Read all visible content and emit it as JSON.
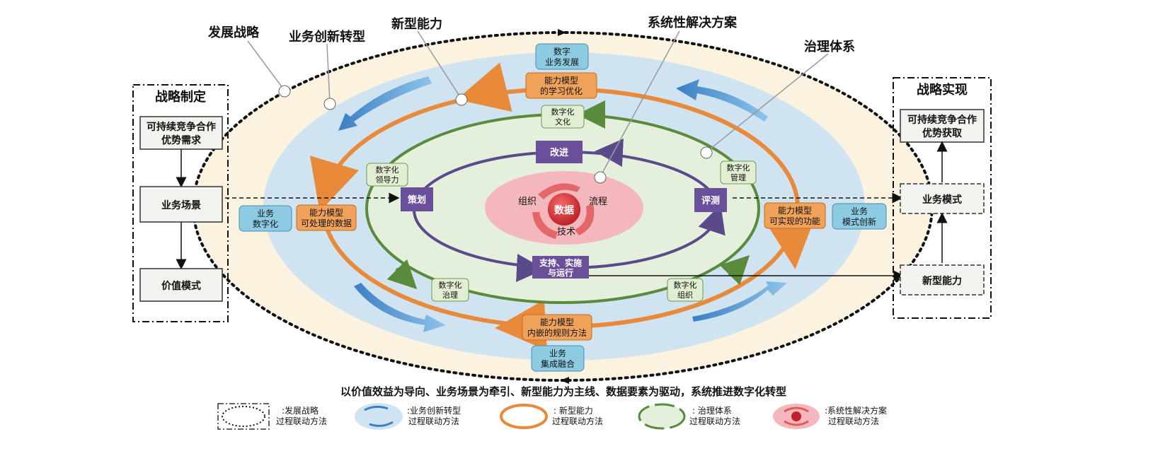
{
  "callouts": {
    "fazhan_zhanlue": "发展战略",
    "yewu_chuangxin": "业务创新转型",
    "xinxing_nengli": "新型能力",
    "xitong_jiejue": "系统性解决方案",
    "zhili_tixi": "治理体系"
  },
  "left_panel": {
    "title": "战略制定",
    "box1_line1": "可持续竞争合作",
    "box1_line2": "优势需求",
    "box2": "业务场景",
    "box3": "价值模式"
  },
  "right_panel": {
    "title": "战略实现",
    "box1_line1": "可持续竞争合作",
    "box1_line2": "优势获取",
    "box2": "业务模式",
    "box3": "新型能力"
  },
  "blue_boxes": {
    "top_line1": "数字",
    "top_line2": "业务发展",
    "left_line1": "业务",
    "left_line2": "数字化",
    "right_line1": "业务",
    "right_line2": "模式创新",
    "bottom_line1": "业务",
    "bottom_line2": "集成融合"
  },
  "orange_boxes": {
    "top_line1": "能力模型",
    "top_line2": "的学习优化",
    "left_line1": "能力模型",
    "left_line2": "可处理的数据",
    "right_line1": "能力模型",
    "right_line2": "可实现的功能",
    "bottom_line1": "能力模型",
    "bottom_line2": "内嵌的规则方法"
  },
  "green_boxes": {
    "top_line1": "数字化",
    "top_line2": "文化",
    "left_line1": "数字化",
    "left_line2": "领导力",
    "right_line1": "数字化",
    "right_line2": "管理",
    "bottom_left_line1": "数字化",
    "bottom_left_line2": "治理",
    "bottom_right_line1": "数字化",
    "bottom_right_line2": "组织"
  },
  "purple_boxes": {
    "top": "改进",
    "left": "策划",
    "right": "评测",
    "bottom_line1": "支持、实施",
    "bottom_line2": "与运行"
  },
  "core": {
    "center": "数据",
    "left": "组织",
    "right": "流程",
    "bottom": "技术"
  },
  "caption": "以价值效益为导向、业务场景为牵引、新型能力为主线、数据要素为驱动，系统推进数字化转型",
  "legend": [
    {
      "line1": ":发展战略",
      "line2": "过程联动方法"
    },
    {
      "line1": ":业务创新转型",
      "line2": "过程联动方法"
    },
    {
      "line1": ": 新型能力",
      "line2": "过程联动方法"
    },
    {
      "line1": ": 治理体系",
      "line2": "过程联动方法"
    },
    {
      "line1": ":系统性解决方案",
      "line2": "过程联动方法"
    }
  ],
  "colors": {
    "outer_fill": "#fbf3e0",
    "blue_zone": "#cfe3f1",
    "orange_ring": "#e98a3a",
    "green_zone": "#e4efdc",
    "green_ring": "#5a8a3c",
    "purple": "#6a4f9b",
    "red_core": "#f4b7bd",
    "blue_box": "#8ccbe2",
    "orange_box": "#f0a25a",
    "green_box": "#e1eed2"
  }
}
